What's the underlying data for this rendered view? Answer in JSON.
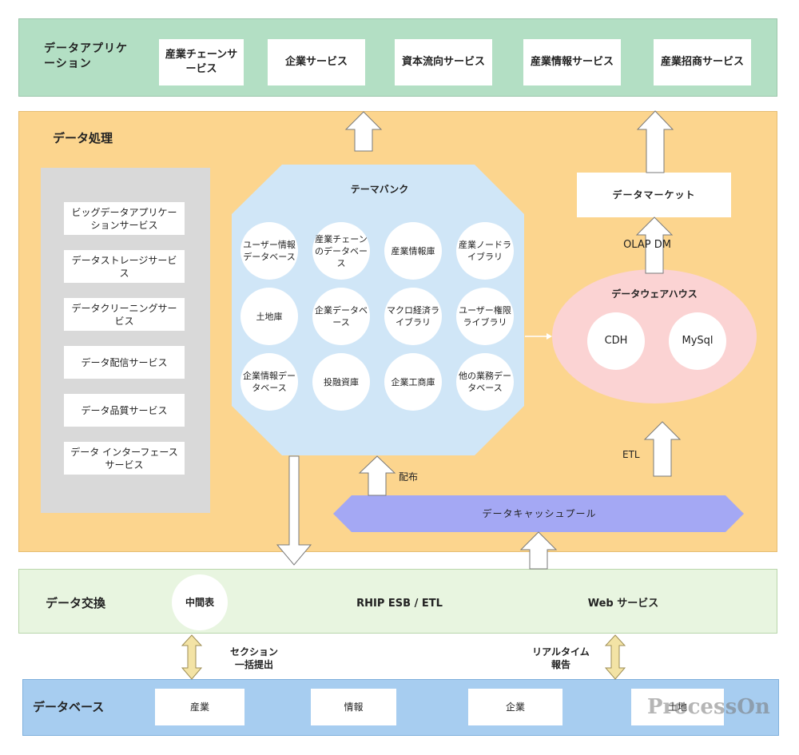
{
  "colors": {
    "app_layer": "#b3dfc4",
    "processing_layer": "#fcd58e",
    "exchange_layer": "#e8f5e0",
    "database_layer": "#a7cdf0",
    "service_panel": "#d9d9d9",
    "theme_bank": "#d0e6f7",
    "warehouse": "#fbd3d3",
    "cache_pool": "#a4a8f4",
    "arrow_fill": "#ffffff",
    "arrow_stroke": "#7a7a7a",
    "double_arrow_fill": "#f3e3a5",
    "double_arrow_stroke": "#9e8e55"
  },
  "application_layer": {
    "title": "データアプリケーション",
    "services": [
      "産業チェーンサービス",
      "企業サービス",
      "資本流向サービス",
      "産業情報サービス",
      "産業招商サービス"
    ]
  },
  "processing_layer": {
    "title": "データ処理",
    "service_list": [
      "ビッグデータアプリケーションサービス",
      "データストレージサービス",
      "データクリーニングサービス",
      "データ配信サービス",
      "データ品質サービス",
      "データ インターフェースサービス"
    ],
    "theme_bank": {
      "title": "テーマバンク",
      "items": [
        "ユーザー情報データベース",
        "産業チェーンのデータベース",
        "産業情報庫",
        "産業ノードライブラリ",
        "土地庫",
        "企業データベース",
        "マクロ経済ライブラリ",
        "ユーザー権限ライブラリ",
        "企業情報データベース",
        "投融資庫",
        "企業工商庫",
        "他の業務データベース"
      ]
    },
    "data_market": "データマーケット",
    "olap_label": "OLAP DM",
    "warehouse": {
      "title": "データウェアハウス",
      "items": [
        "CDH",
        "MySql"
      ]
    },
    "etl_label": "ETL",
    "distribution_label": "配布",
    "cache_pool": "データキャッシュプール"
  },
  "exchange_layer": {
    "title": "データ交換",
    "intermediate_table": "中間表",
    "esb": "RHIP ESB / ETL",
    "web": "Web サービス"
  },
  "left_link_label": "セクション一括提出",
  "right_link_label": "リアルタイム報告",
  "database_layer": {
    "title": "データベース",
    "items": [
      "産業",
      "情報",
      "企業",
      "土地"
    ]
  },
  "watermark": "ProcessOn"
}
